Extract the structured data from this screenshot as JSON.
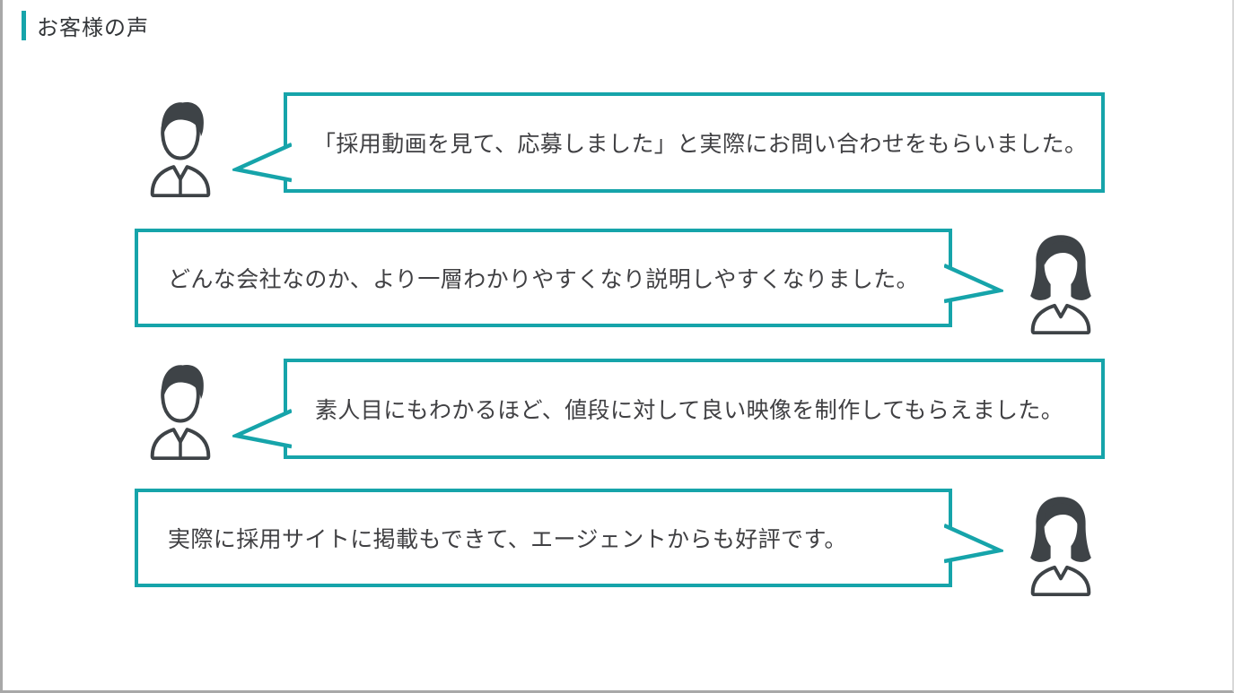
{
  "section": {
    "title": "お客様の声",
    "accent_color": "#16a4aa",
    "icon_color": "#3e4347",
    "testimonials": [
      {
        "avatar": "male-customer",
        "side": "left",
        "text": "「採用動画を見て、応募しました」と実際にお問い合わせをもらいました。"
      },
      {
        "avatar": "female-customer",
        "side": "right",
        "text": "どんな会社なのか、より一層わかりやすくなり説明しやすくなりました。"
      },
      {
        "avatar": "male-customer",
        "side": "left",
        "text": "素人目にもわかるほど、値段に対して良い映像を制作してもらえました。"
      },
      {
        "avatar": "female-customer",
        "side": "right",
        "text": "実際に採用サイトに掲載もできて、エージェントからも好評です。"
      }
    ]
  }
}
